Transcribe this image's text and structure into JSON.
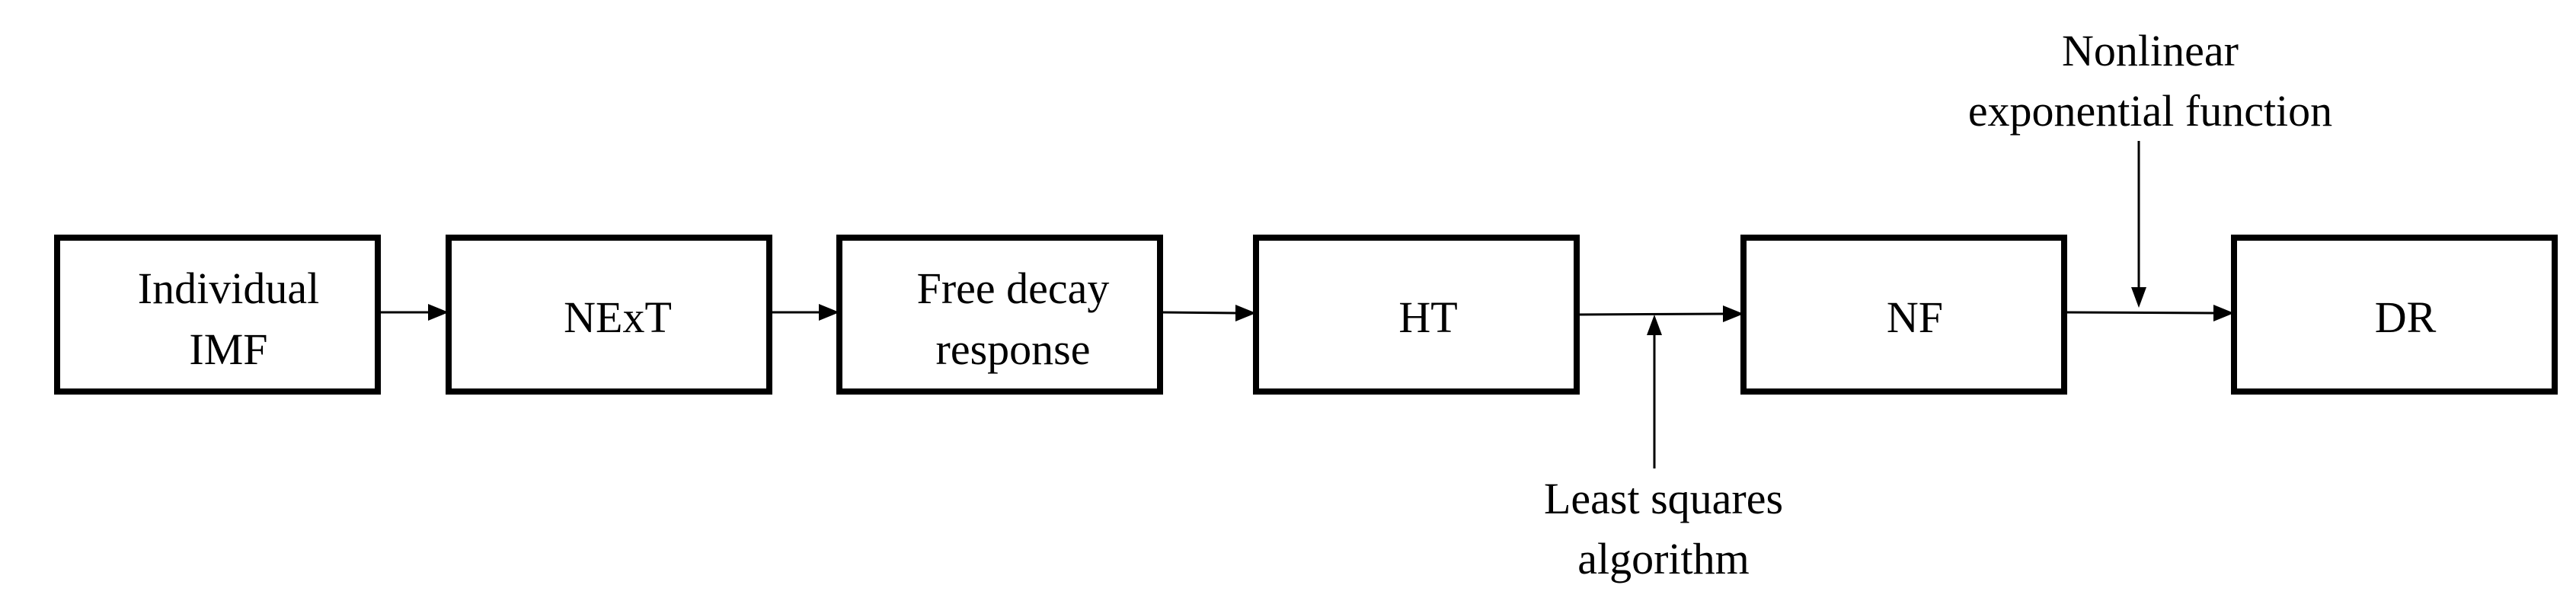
{
  "nodes": [
    {
      "id": "imf",
      "lines": [
        "Individual",
        "IMF"
      ]
    },
    {
      "id": "next",
      "lines": [
        "NExT"
      ]
    },
    {
      "id": "free_decay",
      "lines": [
        "Free decay",
        "response"
      ]
    },
    {
      "id": "ht",
      "lines": [
        "HT"
      ]
    },
    {
      "id": "nf",
      "lines": [
        "NF"
      ]
    },
    {
      "id": "dr",
      "lines": [
        "DR"
      ]
    }
  ],
  "edges": [
    {
      "from": "imf",
      "to": "next"
    },
    {
      "from": "next",
      "to": "free_decay"
    },
    {
      "from": "free_decay",
      "to": "ht"
    },
    {
      "from": "ht",
      "to": "nf"
    },
    {
      "from": "nf",
      "to": "dr"
    }
  ],
  "inputs": [
    {
      "id": "least_squares",
      "lines": [
        "Least squares",
        "algorithm"
      ],
      "feeds_edge": "ht-nf",
      "side": "below"
    },
    {
      "id": "nonlinear_exp",
      "lines": [
        "Nonlinear",
        "exponential function"
      ],
      "feeds_edge": "nf-dr",
      "side": "above"
    }
  ]
}
